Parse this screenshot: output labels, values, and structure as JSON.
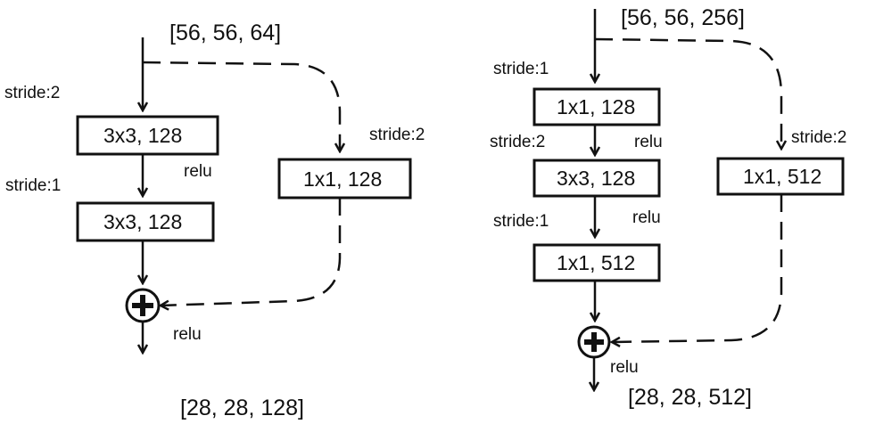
{
  "left_block": {
    "input_shape": "[56, 56, 64]",
    "output_shape": "[28, 28, 128]",
    "conv1": {
      "label": "3x3, 128",
      "stride": "stride:2",
      "activation": "relu"
    },
    "conv2": {
      "label": "3x3, 128",
      "stride": "stride:1"
    },
    "shortcut": {
      "label": "1x1, 128",
      "stride": "stride:2"
    },
    "add_activation": "relu"
  },
  "right_block": {
    "input_shape": "[56, 56, 256]",
    "output_shape": "[28, 28, 512]",
    "conv1": {
      "label": "1x1, 128",
      "stride": "stride:1",
      "activation": "relu"
    },
    "conv2": {
      "label": "3x3, 128",
      "stride": "stride:2",
      "activation": "relu"
    },
    "conv3": {
      "label": "1x1, 512",
      "stride": "stride:1"
    },
    "shortcut": {
      "label": "1x1, 512",
      "stride": "stride:2"
    },
    "add_activation": "relu"
  },
  "colors": {
    "stroke": "#111111",
    "background": "#ffffff"
  },
  "icons": {
    "add_node": "circled-plus-icon"
  }
}
